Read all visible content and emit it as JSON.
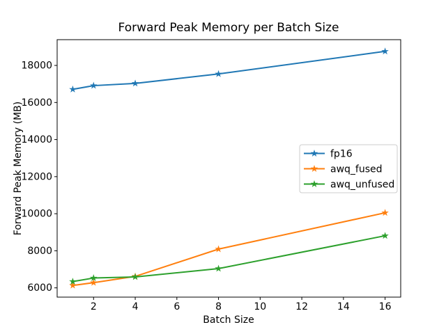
{
  "chart_data": {
    "type": "line",
    "title": "Forward Peak Memory per Batch Size",
    "xlabel": "Batch Size",
    "ylabel": "Forward Peak Memory (MB)",
    "x": [
      1,
      2,
      4,
      8,
      16
    ],
    "series": [
      {
        "name": "fp16",
        "color": "#1f77b4",
        "values": [
          16710,
          16910,
          17030,
          17540,
          18760
        ]
      },
      {
        "name": "awq_fused",
        "color": "#ff7f0e",
        "values": [
          6130,
          6280,
          6620,
          8090,
          10050
        ]
      },
      {
        "name": "awq_unfused",
        "color": "#2ca02c",
        "values": [
          6340,
          6530,
          6590,
          7040,
          8810
        ]
      }
    ],
    "marker": "star",
    "xticks": [
      2,
      4,
      6,
      8,
      10,
      12,
      14,
      16
    ],
    "yticks": [
      6000,
      8000,
      10000,
      12000,
      14000,
      16000,
      18000
    ],
    "xlim": [
      0.25,
      16.75
    ],
    "ylim": [
      5500,
      19390
    ],
    "grid": false,
    "legend_position": "center-right",
    "legend_entries": [
      "fp16",
      "awq_fused",
      "awq_unfused"
    ],
    "frame_color": "#000000",
    "legend_border_color": "#cccccc",
    "background_color": "#ffffff"
  }
}
